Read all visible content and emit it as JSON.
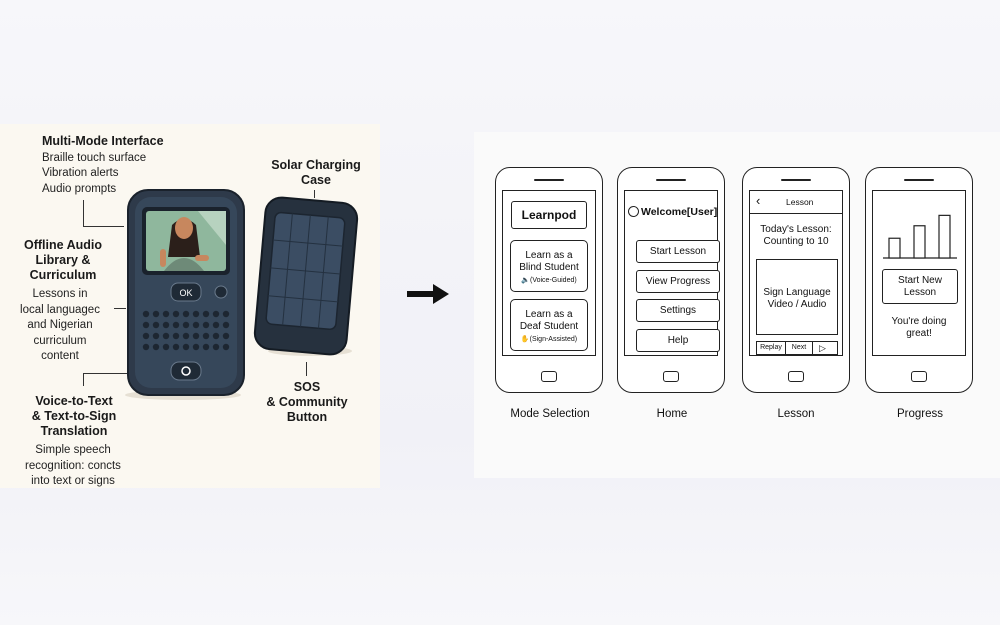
{
  "features": {
    "multi_mode": {
      "title": "Multi-Mode Interface",
      "lines": [
        "Braille touch surface",
        "Vibration alerts",
        "Audio prompts"
      ]
    },
    "offline_audio": {
      "title_lines": [
        "Offline Audio",
        "Library &",
        "Curriculum"
      ],
      "lines": [
        "Lessons in",
        "local languagec",
        "and Nigerian",
        "curriculum",
        "content"
      ]
    },
    "voice_to_text": {
      "title_lines": [
        "Voice-to-Text",
        "& Text-to-Sign",
        "Translation"
      ],
      "lines": [
        "Simple speech",
        "recognition: concts",
        "into text or signs"
      ]
    },
    "solar": {
      "title_lines": [
        "Solar Charging",
        "Case"
      ]
    },
    "sos": {
      "title_lines": [
        "SOS",
        "& Community",
        "Button"
      ]
    }
  },
  "device": {
    "ok_label": "OK"
  },
  "screens": {
    "mode_selection": {
      "caption": "Mode Selection",
      "app_name": "Learnpod",
      "blind_option": {
        "lines": [
          "Learn as a",
          "Blind Student"
        ],
        "sub": "(Voice-Guided)"
      },
      "deaf_option": {
        "lines": [
          "Learn as a",
          "Deaf Student"
        ],
        "sub": "(Sign-Assisted)"
      }
    },
    "home": {
      "caption": "Home",
      "welcome": "Welcome[User]",
      "buttons": [
        "Start Lesson",
        "View Progress",
        "Settings",
        "Help"
      ]
    },
    "lesson": {
      "caption": "Lesson",
      "header": "Lesson",
      "title_lines": [
        "Today's Lesson:",
        "Counting to 10"
      ],
      "video_lines": [
        "Sign Language",
        "Video / Audio"
      ],
      "controls": [
        "Replay",
        "Next"
      ]
    },
    "progress": {
      "caption": "Progress",
      "bars": [
        0.38,
        0.62,
        0.82
      ],
      "new_lesson_lines": [
        "Start New",
        "Lesson"
      ],
      "message_lines": [
        "You're doing",
        "great!"
      ]
    }
  }
}
